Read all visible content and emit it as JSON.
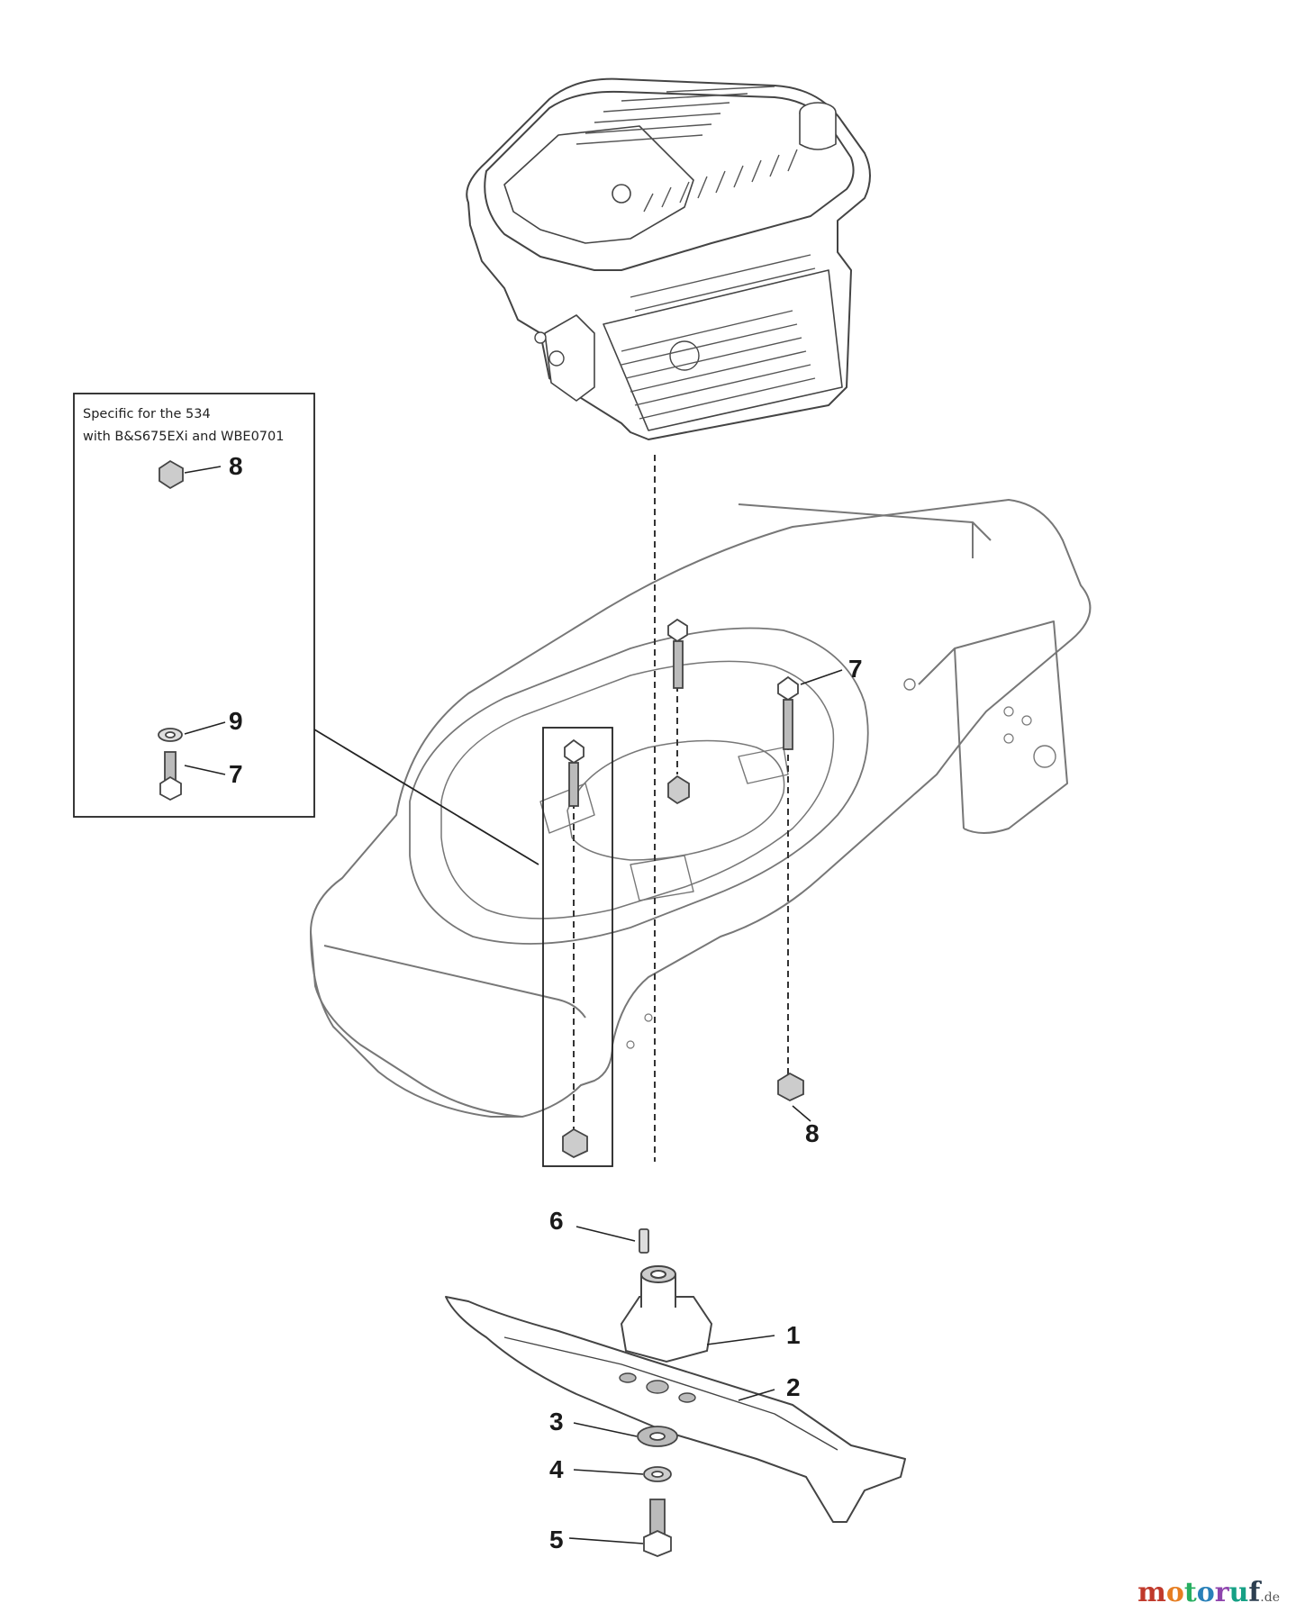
{
  "inset": {
    "line1": "Specific for the 534",
    "line2": "with B&S675EXi and WBE0701"
  },
  "callouts": {
    "c1": "1",
    "c2": "2",
    "c3": "3",
    "c4": "4",
    "c5": "5",
    "c6": "6",
    "c7a": "7",
    "c7b": "7",
    "c8a": "8",
    "c8b": "8",
    "c9": "9"
  },
  "watermark": {
    "m": "m",
    "o1": "o",
    "t": "t",
    "o2": "o",
    "r": "r",
    "u": "u",
    "f": "f",
    "dot": ".",
    "de": "de",
    "colors": {
      "m": "#c0392b",
      "o1": "#e67e22",
      "t": "#27ae60",
      "o2": "#2980b9",
      "r": "#8e44ad",
      "u": "#16a085",
      "f": "#2c3e50"
    }
  }
}
